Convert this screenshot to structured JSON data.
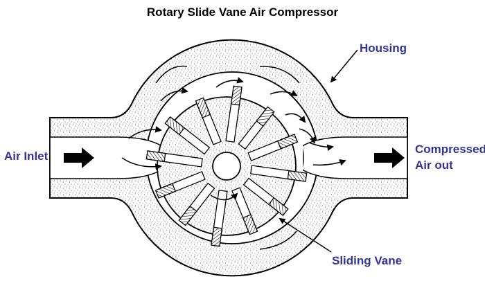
{
  "title": "Rotary Slide Vane Air Compressor",
  "colors": {
    "label_blue": "#33339a",
    "stroke": "#000000",
    "stipple": "#6e6e6e",
    "background": "#ffffff"
  },
  "labels": {
    "housing": "Housing",
    "air_inlet": "Air Inlet",
    "compressed_air_line1": "Compressed",
    "compressed_air_line2": "Air out",
    "sliding_vane": "Sliding Vane"
  },
  "vanes": {
    "count": 12,
    "style": "hatched"
  },
  "flow": {
    "inlet_direction": "right",
    "outlet_direction": "right",
    "rotation": "clockwise"
  }
}
